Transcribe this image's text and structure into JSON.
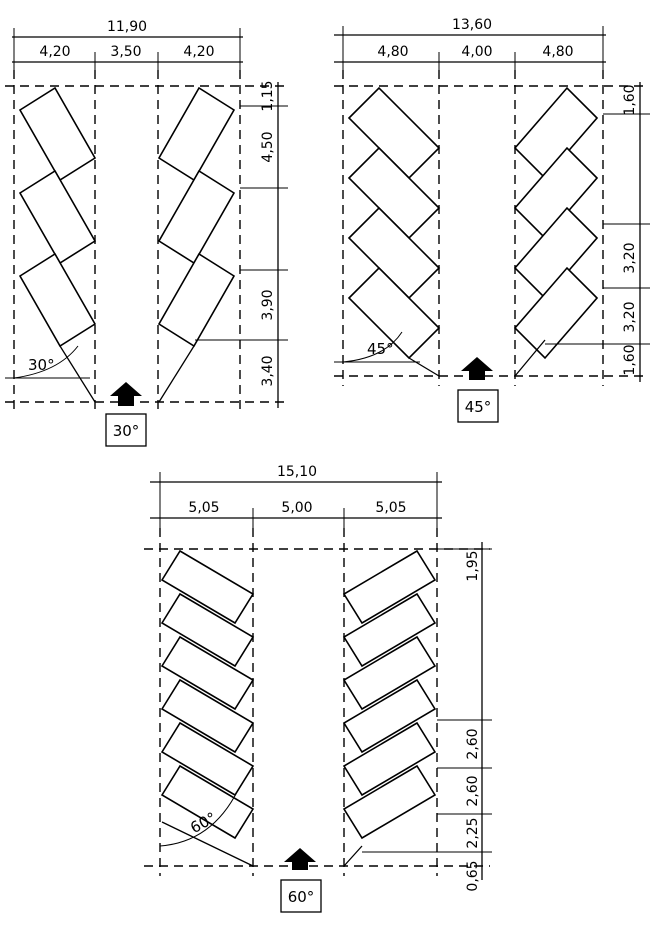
{
  "diagrams": [
    {
      "id": "30",
      "total_width": "11,90",
      "segments": [
        "4,20",
        "3,50",
        "4,20"
      ],
      "right_dims": [
        "1,15",
        "4,50",
        "3,90",
        "3,40"
      ],
      "angle_label": "30°",
      "box_label": "30°"
    },
    {
      "id": "45",
      "total_width": "13,60",
      "segments": [
        "4,80",
        "4,00",
        "4,80"
      ],
      "right_dims": [
        "1,60",
        "3,20",
        "3,20",
        "1,60"
      ],
      "angle_label": "45°",
      "box_label": "45°"
    },
    {
      "id": "60",
      "total_width": "15,10",
      "segments": [
        "5,05",
        "5,00",
        "5,05"
      ],
      "right_dims": [
        "1,95",
        "2,60",
        "2,60",
        "2,25",
        "0,65"
      ],
      "angle_label": "60°",
      "box_label": "60°"
    }
  ],
  "colors": {
    "ink": "#000000",
    "paper": "#ffffff"
  },
  "icons": [
    "direction-arrow-icon"
  ]
}
